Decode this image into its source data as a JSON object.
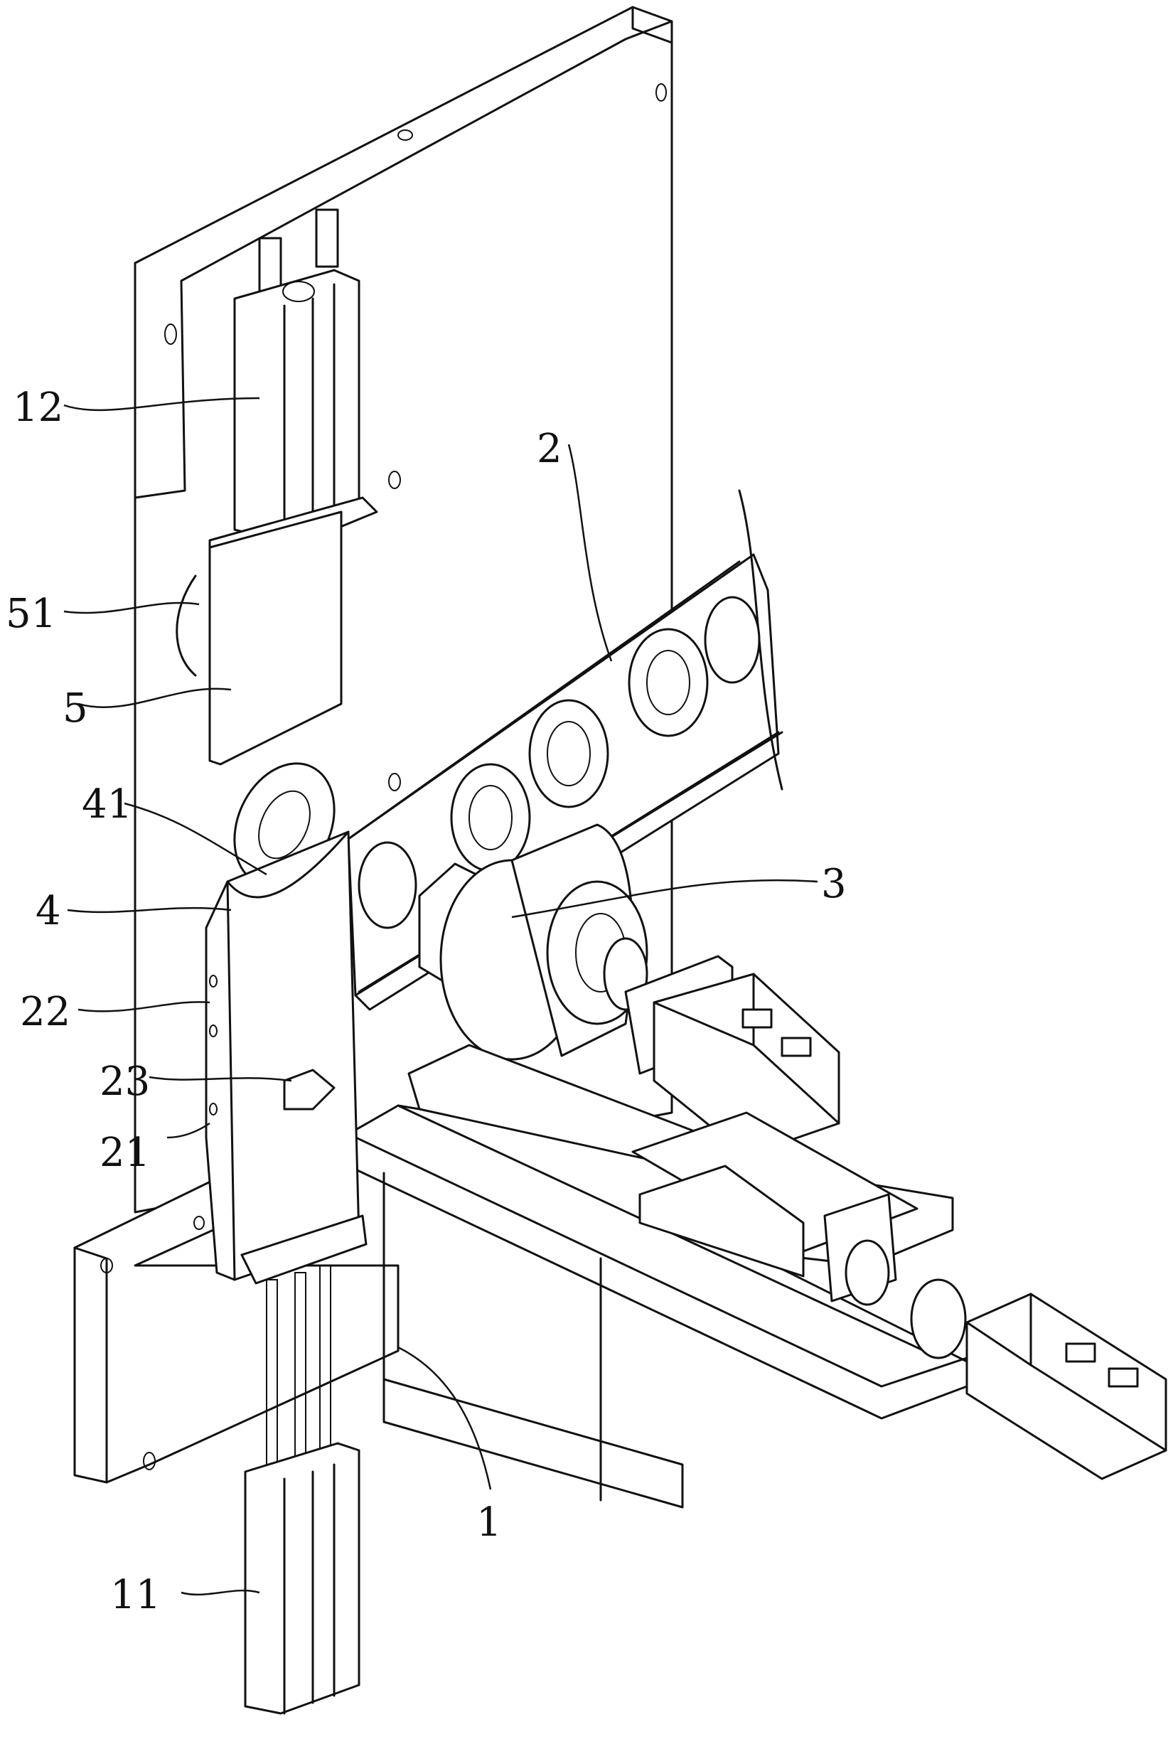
{
  "labels": {
    "l12": "12",
    "l51": "51",
    "l5": "5",
    "l41": "41",
    "l4": "4",
    "l22": "22",
    "l23": "23",
    "l21": "21",
    "l2": "2",
    "l3": "3",
    "l1": "1",
    "l11": "11"
  }
}
